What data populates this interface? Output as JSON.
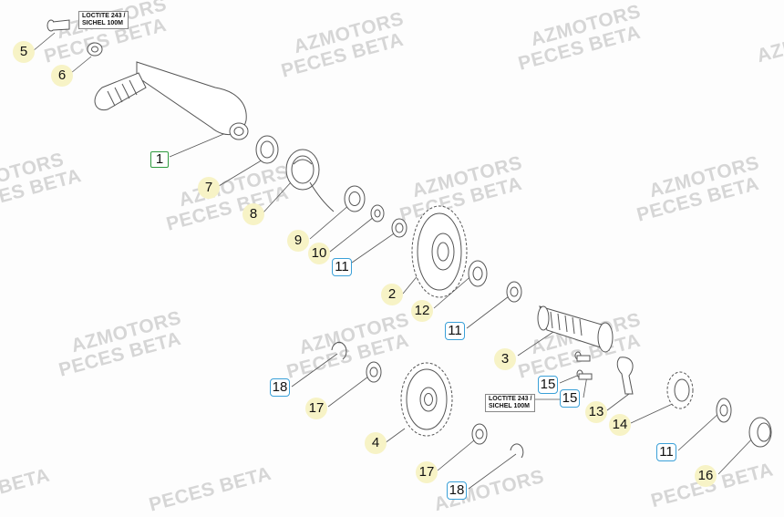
{
  "watermark": {
    "line1": "AZMOTORS",
    "line2": "PECES BETA"
  },
  "notes": [
    {
      "id": "note-top",
      "line1": "LOCTITE 243 /",
      "line2": "SICHEL 100M"
    },
    {
      "id": "note-mid",
      "line1": "LOCTITE 243 /",
      "line2": "SICHEL 100M"
    }
  ],
  "callouts": [
    {
      "label": "5",
      "style": "yellow"
    },
    {
      "label": "6",
      "style": "yellow"
    },
    {
      "label": "1",
      "style": "green"
    },
    {
      "label": "7",
      "style": "yellow"
    },
    {
      "label": "8",
      "style": "yellow"
    },
    {
      "label": "9",
      "style": "yellow"
    },
    {
      "label": "10",
      "style": "yellow"
    },
    {
      "label": "11",
      "style": "blue"
    },
    {
      "label": "2",
      "style": "yellow"
    },
    {
      "label": "12",
      "style": "yellow"
    },
    {
      "label": "11",
      "style": "blue"
    },
    {
      "label": "3",
      "style": "yellow"
    },
    {
      "label": "15",
      "style": "blue"
    },
    {
      "label": "15",
      "style": "blue"
    },
    {
      "label": "13",
      "style": "yellow"
    },
    {
      "label": "14",
      "style": "yellow"
    },
    {
      "label": "11",
      "style": "blue"
    },
    {
      "label": "16",
      "style": "yellow"
    },
    {
      "label": "18",
      "style": "blue"
    },
    {
      "label": "17",
      "style": "yellow"
    },
    {
      "label": "4",
      "style": "yellow"
    },
    {
      "label": "17",
      "style": "yellow"
    },
    {
      "label": "18",
      "style": "blue"
    }
  ],
  "colors": {
    "line": "#555555",
    "callout_fill": "#f7f3c6",
    "blue_border": "#3aa0d8",
    "green_border": "#2e9a3e",
    "watermark": "#d6d6d6"
  }
}
